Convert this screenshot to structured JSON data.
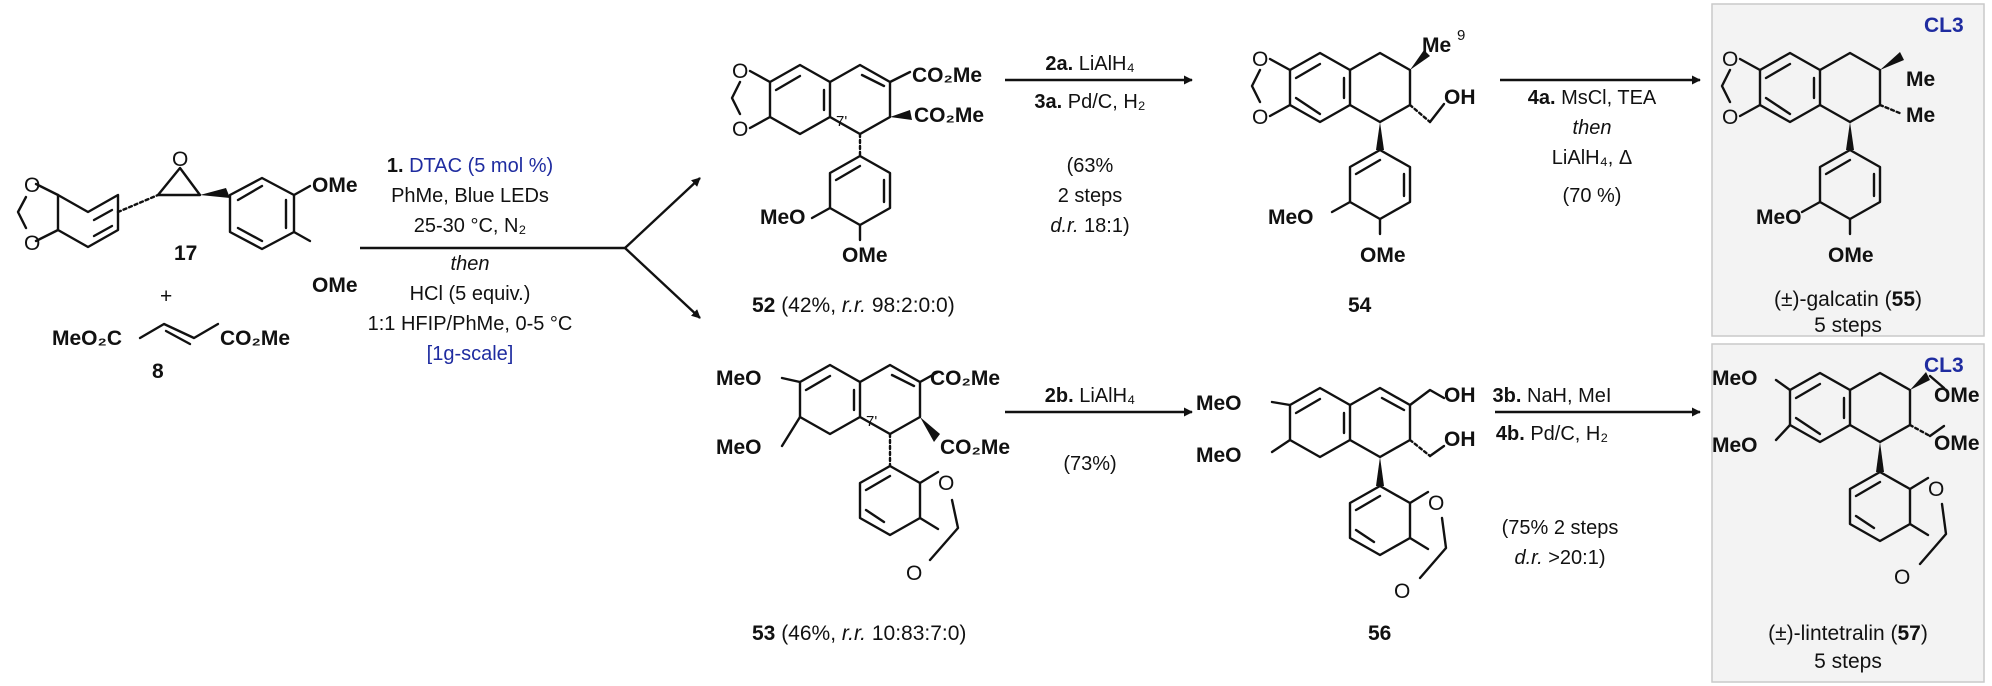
{
  "compounds": {
    "c17": {
      "number": "17"
    },
    "c8": {
      "number": "8"
    },
    "c52": {
      "number": "52",
      "text_a": " (42%, ",
      "rr": "r.r.",
      "text_b": " 98:2:0:0)"
    },
    "c53": {
      "number": "53",
      "text_a": " (46%, ",
      "rr": "r.r.",
      "text_b": " 10:83:7:0)"
    },
    "c54": {
      "number": "54"
    },
    "c56": {
      "number": "56"
    },
    "c55": {
      "prefix": "(±)-galcatin (",
      "number": "55",
      "suffix": ")",
      "steps": "5 steps",
      "badge": "CL3"
    },
    "c57": {
      "prefix": "(±)-lintetralin (",
      "number": "57",
      "suffix": ")",
      "steps": "5 steps",
      "badge": "CL3"
    }
  },
  "groups": {
    "ome": "OMe",
    "me": "Me",
    "meo": "MeO",
    "oh": "OH",
    "o": "O",
    "co2me": "CO₂Me",
    "meo2c": "MeO₂C",
    "plus": "+",
    "seven_prime": "7'",
    "nine": "9"
  },
  "conditions": {
    "step1": {
      "num": "1.",
      "reagent": "DTAC (5 mol %)",
      "line2": "PhMe, Blue LEDs",
      "line3": "25-30 °C, N₂",
      "line4": "then",
      "line5": "HCl (5 equiv.)",
      "line6": "1:1 HFIP/PhMe, 0-5 °C",
      "line7": "[1g-scale]"
    },
    "top_mid": {
      "num1": "2a.",
      "reagent1": " LiAlH₄",
      "num2": "3a.",
      "reagent2": " Pd/C, H₂",
      "yield1": "(63%",
      "yield2": "2 steps",
      "dr": "d.r.",
      "dr_value": " 18:1)"
    },
    "top_right": {
      "num": "4a.",
      "reagent": " MsCl, TEA",
      "then": "then",
      "line3": "LiAlH₄, Δ",
      "yield": "(70 %)"
    },
    "bot_mid": {
      "num": "2b.",
      "reagent": " LiAlH₄",
      "yield": "(73%)"
    },
    "bot_right": {
      "num1": "3b.",
      "reagent1": " NaH, MeI",
      "num2": "4b.",
      "reagent2": " Pd/C, H₂",
      "yield": "(75% 2 steps",
      "dr": "d.r.",
      "dr_value": " >20:1)"
    }
  }
}
